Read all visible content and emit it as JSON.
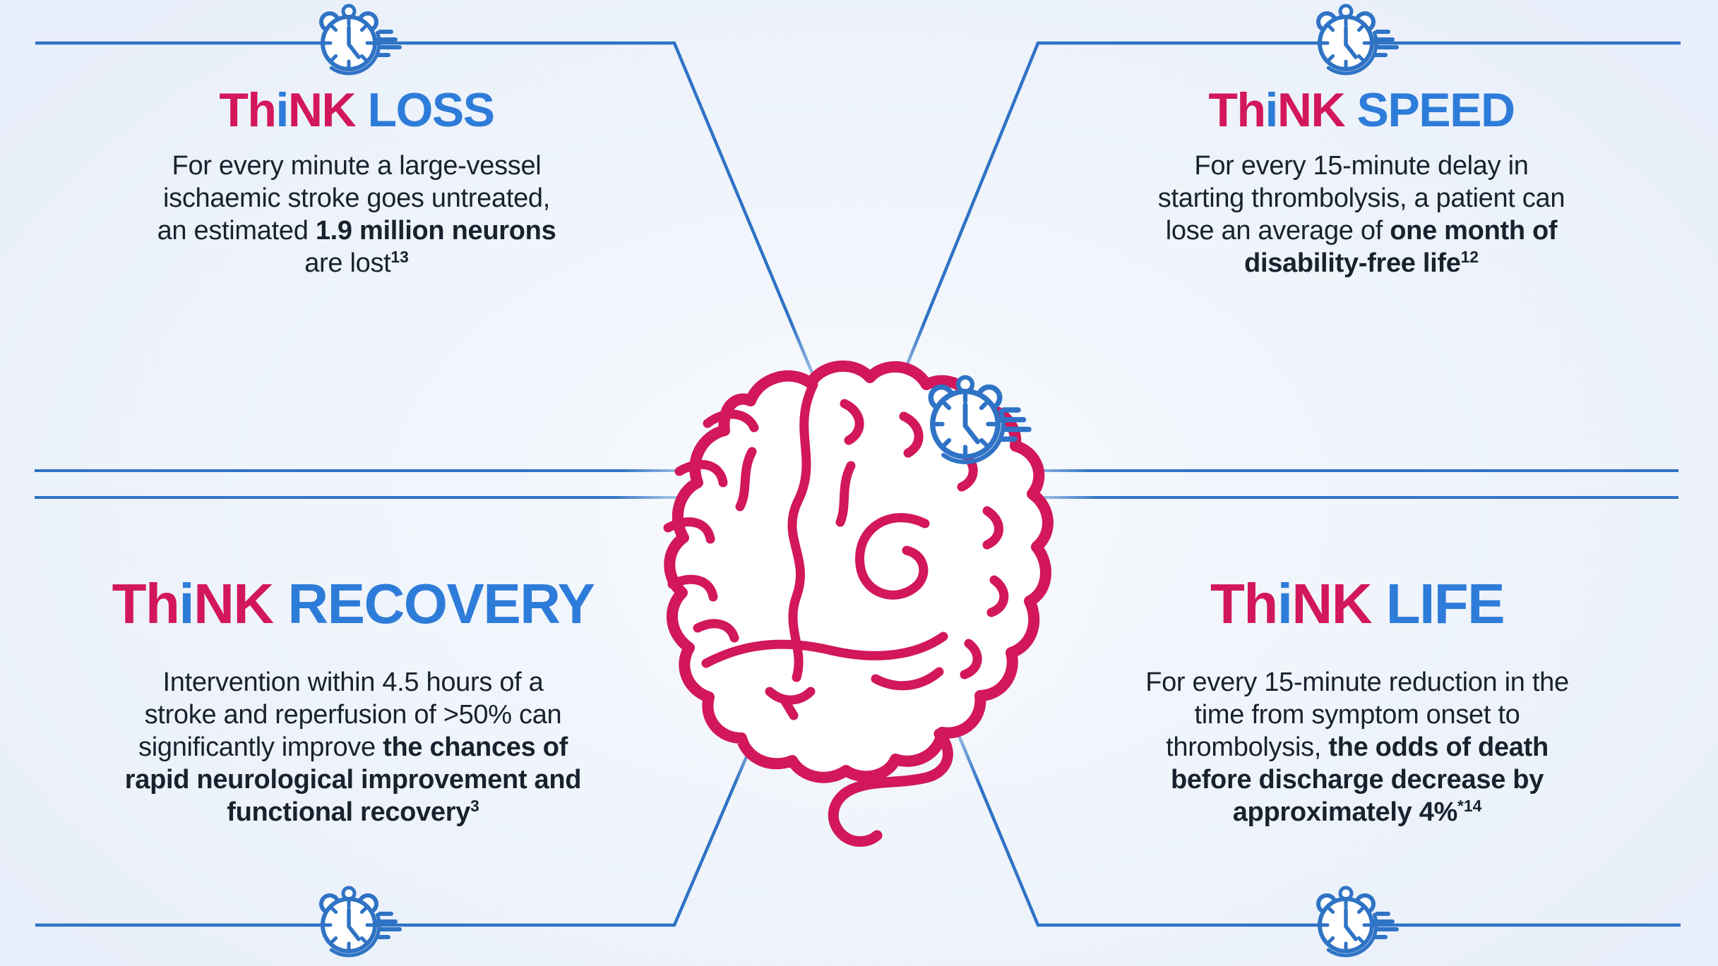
{
  "page": {
    "title": "ThiNK stroke awareness infographic",
    "colors": {
      "crimson": "#D2175B",
      "blue": "#2E7CD9",
      "line_blue": "#2F73C5",
      "text": "#18222F",
      "background": "#EDF2F9"
    }
  },
  "icons": [
    {
      "name": "stopwatch-icon",
      "shape": "speeding stopwatch with alarm bells and motion dashes"
    },
    {
      "name": "brain-icon",
      "shape": "crimson brain line art with brain stem"
    }
  ],
  "cards": [
    {
      "id": "think-loss",
      "quadrant": "top-left",
      "title_text": "ThiNK LOSS",
      "title_segments": [
        {
          "text": "Th",
          "color": "crimson"
        },
        {
          "text": "i",
          "color": "blue"
        },
        {
          "text": "NK",
          "color": "crimson"
        },
        {
          "text": " ",
          "color": "plain"
        },
        {
          "text": "LOSS",
          "color": "blue"
        }
      ],
      "body_lines": [
        [
          {
            "text": "For every minute a large-vessel"
          }
        ],
        [
          {
            "text": "ischaemic stroke goes untreated,"
          }
        ],
        [
          {
            "text": "an estimated "
          },
          {
            "text": "1.9 million neurons",
            "bold": true
          }
        ],
        [
          {
            "text": "are lost"
          },
          {
            "text": "13",
            "bold": true,
            "sup": true
          }
        ]
      ]
    },
    {
      "id": "think-speed",
      "quadrant": "top-right",
      "title_text": "ThiNK SPEED",
      "title_segments": [
        {
          "text": "Th",
          "color": "crimson"
        },
        {
          "text": "i",
          "color": "blue"
        },
        {
          "text": "NK",
          "color": "crimson"
        },
        {
          "text": " ",
          "color": "plain"
        },
        {
          "text": "SPEED",
          "color": "blue"
        }
      ],
      "body_lines": [
        [
          {
            "text": "For every 15-minute delay in"
          }
        ],
        [
          {
            "text": "starting thrombolysis, a patient can"
          }
        ],
        [
          {
            "text": "lose an average of "
          },
          {
            "text": "one month of",
            "bold": true
          }
        ],
        [
          {
            "text": "disability-free life",
            "bold": true
          },
          {
            "text": "12",
            "bold": true,
            "sup": true
          }
        ]
      ]
    },
    {
      "id": "think-recovery",
      "quadrant": "bottom-left",
      "title_text": "ThiNK RECOVERY",
      "title_segments": [
        {
          "text": "Th",
          "color": "crimson"
        },
        {
          "text": "i",
          "color": "blue"
        },
        {
          "text": "NK",
          "color": "crimson"
        },
        {
          "text": " ",
          "color": "plain"
        },
        {
          "text": "RECOVERY",
          "color": "blue"
        }
      ],
      "body_lines": [
        [
          {
            "text": "Intervention within 4.5 hours of a"
          }
        ],
        [
          {
            "text": "stroke and reperfusion of >50% can"
          }
        ],
        [
          {
            "text": "significantly improve "
          },
          {
            "text": "the chances of",
            "bold": true
          }
        ],
        [
          {
            "text": "rapid neurological improvement and",
            "bold": true
          }
        ],
        [
          {
            "text": "functional recovery",
            "bold": true
          },
          {
            "text": "3",
            "bold": true,
            "sup": true
          }
        ]
      ]
    },
    {
      "id": "think-life",
      "quadrant": "bottom-right",
      "title_text": "ThiNK LIFE",
      "title_segments": [
        {
          "text": "Th",
          "color": "crimson"
        },
        {
          "text": "i",
          "color": "blue"
        },
        {
          "text": "NK",
          "color": "crimson"
        },
        {
          "text": " ",
          "color": "plain"
        },
        {
          "text": "LIFE",
          "color": "blue"
        }
      ],
      "body_lines": [
        [
          {
            "text": "For every 15-minute reduction in the"
          }
        ],
        [
          {
            "text": "time from symptom onset to"
          }
        ],
        [
          {
            "text": "thrombolysis, "
          },
          {
            "text": "the odds of death",
            "bold": true
          }
        ],
        [
          {
            "text": "before discharge decrease by",
            "bold": true
          }
        ],
        [
          {
            "text": "approximately 4%",
            "bold": true
          },
          {
            "text": "*14",
            "bold": true,
            "sup": true
          }
        ]
      ]
    }
  ]
}
